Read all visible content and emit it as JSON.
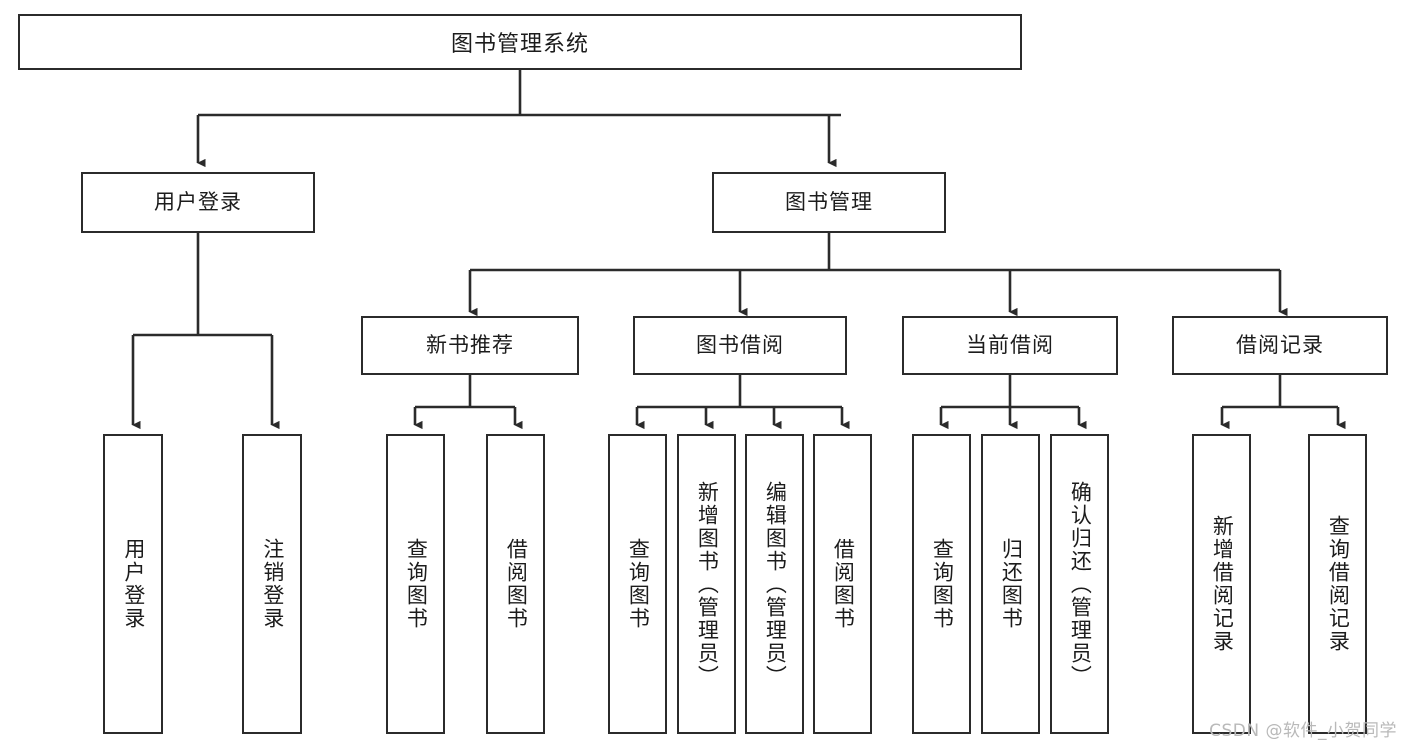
{
  "diagram": {
    "title": "图书管理系统",
    "type": "function-structure-tree",
    "root": {
      "id": "root",
      "label": "图书管理系统"
    },
    "level2": [
      {
        "id": "user-login",
        "label": "用户登录"
      },
      {
        "id": "book-management",
        "label": "图书管理"
      }
    ],
    "level3": [
      {
        "id": "new-book-recommend",
        "label": "新书推荐",
        "parent": "book-management"
      },
      {
        "id": "book-borrow",
        "label": "图书借阅",
        "parent": "book-management"
      },
      {
        "id": "current-borrow",
        "label": "当前借阅",
        "parent": "book-management"
      },
      {
        "id": "borrow-record",
        "label": "借阅记录",
        "parent": "book-management"
      }
    ],
    "leaves": {
      "user_login": [
        {
          "id": "leaf-user-login",
          "label": "用户登录"
        },
        {
          "id": "leaf-user-logout",
          "label": "注销登录"
        }
      ],
      "new_book_recommend": [
        {
          "id": "leaf-query-book-1",
          "label": "查询图书"
        },
        {
          "id": "leaf-borrow-book-1",
          "label": "借阅图书"
        }
      ],
      "book_borrow": [
        {
          "id": "leaf-query-book-2",
          "label": "查询图书"
        },
        {
          "id": "leaf-add-book",
          "label": "新增图书（管理员）"
        },
        {
          "id": "leaf-edit-book",
          "label": "编辑图书（管理员）"
        },
        {
          "id": "leaf-borrow-book-2",
          "label": "借阅图书"
        }
      ],
      "current_borrow": [
        {
          "id": "leaf-query-book-3",
          "label": "查询图书"
        },
        {
          "id": "leaf-return-book",
          "label": "归还图书"
        },
        {
          "id": "leaf-confirm-return",
          "label": "确认归还（管理员）"
        }
      ],
      "borrow_record": [
        {
          "id": "leaf-add-record",
          "label": "新增借阅记录"
        },
        {
          "id": "leaf-query-record",
          "label": "查询借阅记录"
        }
      ]
    }
  },
  "watermark": {
    "text": "CSDN @软件_小贺同学"
  },
  "colors": {
    "stroke": "#2b2b2b",
    "fill": "#ffffff",
    "text": "#1c1c1c",
    "watermark": "#b9b9b9"
  }
}
